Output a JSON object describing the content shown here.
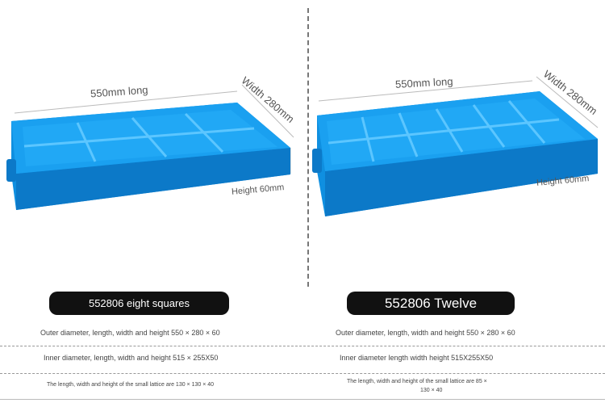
{
  "left": {
    "length_label": "550mm long",
    "width_label": "Width 280mm",
    "height_label": "Height 60mm",
    "title": "552806 eight squares",
    "outer": "Outer diameter, length, width and height 550 × 280 × 60",
    "inner": "Inner diameter, length, width and height 515 × 255X50",
    "lattice": "The length, width and height of the small lattice are 130 × 130 × 40"
  },
  "right": {
    "length_label": "550mm long",
    "width_label": "Width 280mm",
    "height_label": "Height 60mm",
    "title": "552806 Twelve",
    "outer": "Outer diameter, length, width and height 550 × 280 × 60",
    "inner": "Inner diameter length width height 515X255X50",
    "lattice_line1": "The length, width and height of the small lattice are 85 ×",
    "lattice_line2": "130 × 40"
  },
  "colors": {
    "tray": "#1aa0f0",
    "tray_dark": "#0c79c8",
    "tray_light": "#5cc6ff",
    "bar": "#111111"
  }
}
